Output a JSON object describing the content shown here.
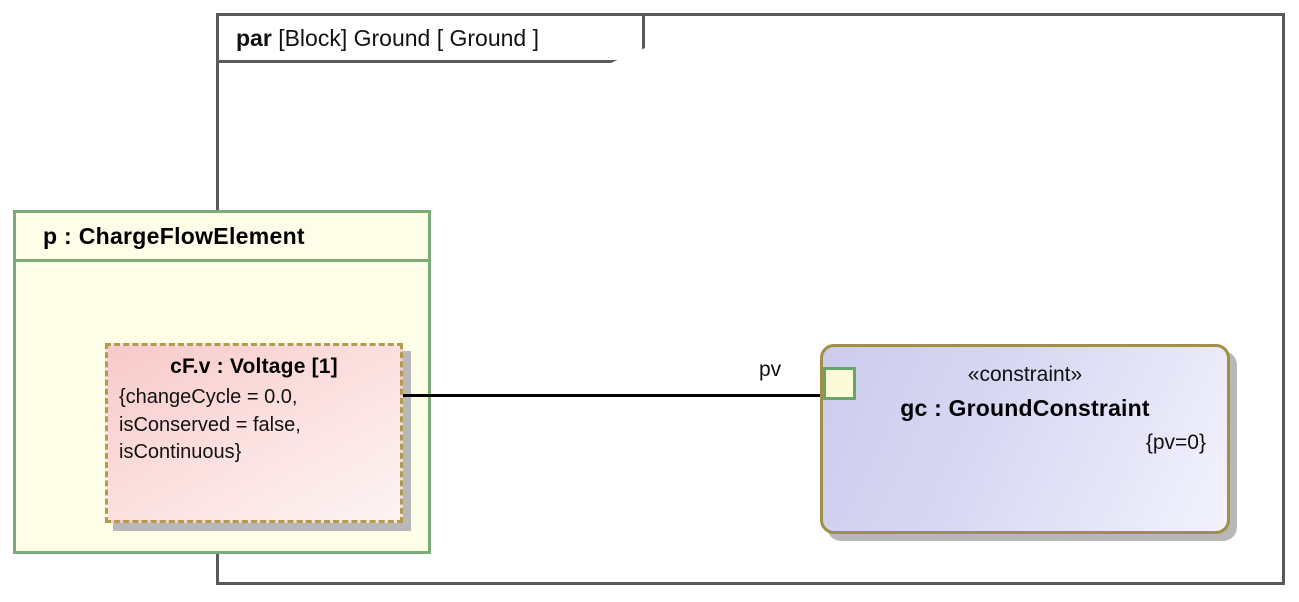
{
  "diagram": {
    "kind": "sysml-parametric-diagram",
    "frame": {
      "keyword": "par",
      "qualifier": "[Block] Ground",
      "name": "[ Ground ]",
      "header_full": "par [Block] Ground [ Ground ]"
    },
    "part": {
      "title": "p : ChargeFlowElement",
      "border_color": "#7aab79",
      "fill_color": "#fdfde8"
    },
    "property": {
      "title": "cF.v : Voltage [1]",
      "constraints_line_1": "{changeCycle = 0.0,",
      "constraints_line_2": "isConserved = false,",
      "constraints_line_3": "isContinuous}",
      "border_color": "#b09b4e",
      "fill_color": "#fadedd"
    },
    "connector": {
      "end_label": "pv",
      "line_color": "#000000"
    },
    "constraint": {
      "stereotype": "«constraint»",
      "name": "gc : GroundConstraint",
      "expression": "{pv=0}",
      "border_color": "#a08f45",
      "fill_color": "#d7d6f2",
      "port_fill_color": "#fbfbd9",
      "port_border_color": "#65a765"
    }
  }
}
